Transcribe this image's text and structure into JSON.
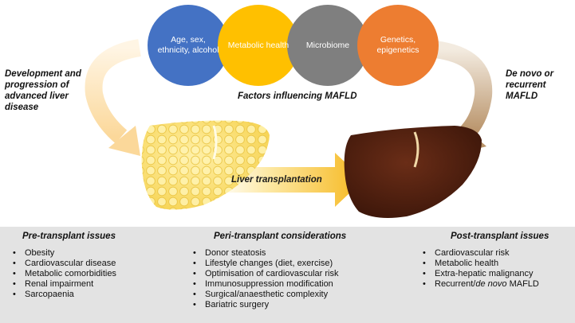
{
  "factors": [
    {
      "label": "Age, sex, ethnicity, alcohol",
      "color": "#4472c4"
    },
    {
      "label": "Metabolic health",
      "color": "#ffc000"
    },
    {
      "label": "Microbiome",
      "color": "#7f7f7f"
    },
    {
      "label": "Genetics, epigenetics",
      "color": "#ed7d31"
    }
  ],
  "factors_caption": "Factors influencing MAFLD",
  "left_label": "Development and\nprogression of\nadvanced liver\ndisease",
  "right_label": "De novo or\nrecurrent\nMAFLD",
  "transplant_label": "Liver transplantation",
  "colors": {
    "left_arc": "#fbdca5",
    "right_arc": "#c4a27c",
    "fatty_liver": "#fbe07a",
    "healthy_liver": "#4a1e0f",
    "transplant_arrow": "#f7c42e",
    "panel": "#e3e3e3"
  },
  "columns": [
    {
      "title": "Pre-transplant issues",
      "items": [
        "Obesity",
        "Cardiovascular disease",
        "Metabolic comorbidities",
        "Renal impairment",
        "Sarcopaenia"
      ]
    },
    {
      "title": "Peri-transplant considerations",
      "items": [
        "Donor steatosis",
        "Lifestyle changes (diet, exercise)",
        "Optimisation of cardiovascular risk",
        "Immunosuppression modification",
        "Surgical/anaesthetic complexity",
        "Bariatric surgery"
      ]
    },
    {
      "title": "Post-transplant issues",
      "items": [
        "Cardiovascular risk",
        "Metabolic health",
        "Extra-hepatic malignancy",
        "Recurrent/de novo MAFLD"
      ]
    }
  ]
}
